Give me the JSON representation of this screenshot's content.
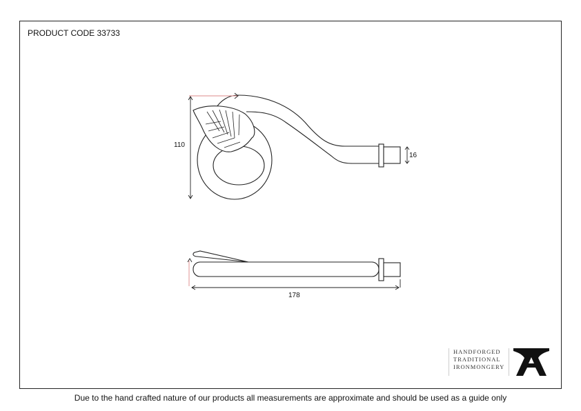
{
  "header": {
    "product_code": "PRODUCT CODE 33733"
  },
  "dimensions": {
    "height": "110",
    "pin": "16",
    "length": "178"
  },
  "brand": {
    "line1": "HANDFORGED",
    "line2": "TRADITIONAL",
    "line3": "IRONMONGERY"
  },
  "footer": {
    "disclaimer": "Due to the hand crafted nature of our products all measurements are approximate and should be used as a guide only"
  }
}
